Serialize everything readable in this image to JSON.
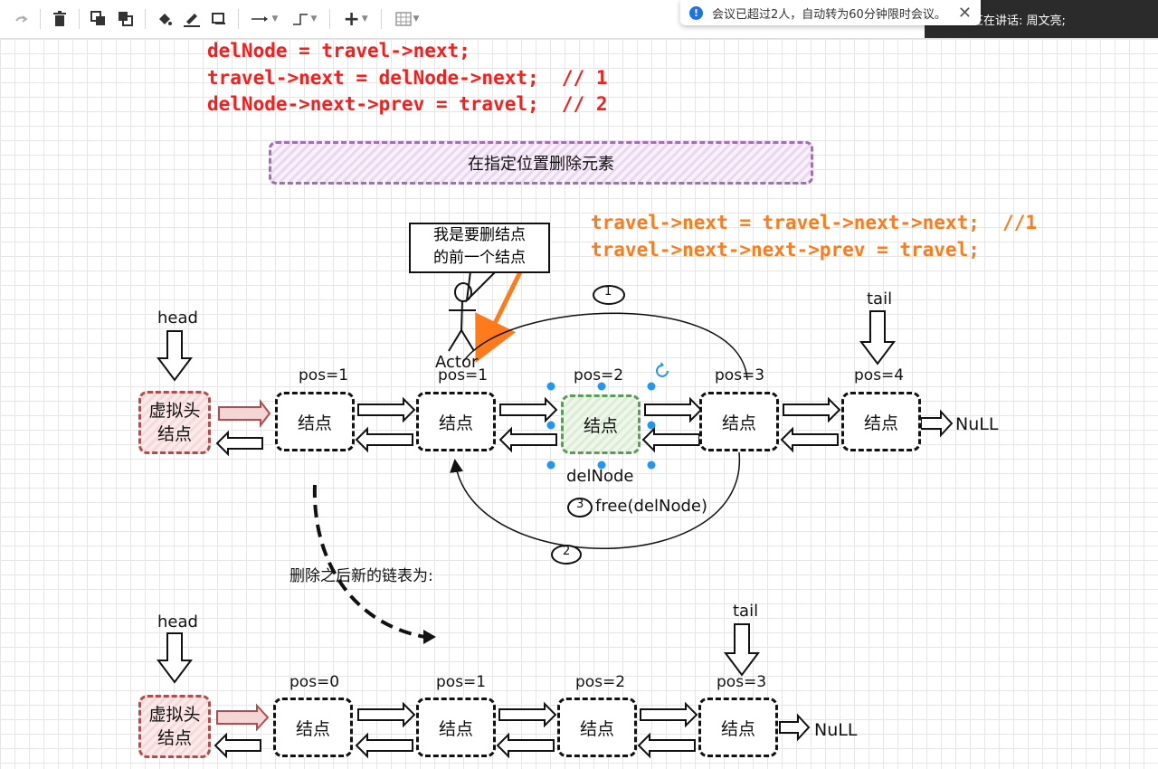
{
  "toolbar": {
    "icons": [
      "redo-icon",
      "delete-icon",
      "to-front-icon",
      "to-back-icon",
      "fill-color-icon",
      "line-color-icon",
      "shadow-icon",
      "connection-icon",
      "waypoints-icon",
      "insert-icon",
      "table-icon"
    ]
  },
  "notification": {
    "text": "会议已超过2人，自动转为60分钟限时会议。",
    "info_glyph": "!",
    "close_glyph": "✕"
  },
  "speaker": {
    "text": "正在讲话: 周文亮;"
  },
  "code_red": [
    "delNode = travel->next;",
    "travel->next = delNode->next;  // 1",
    "delNode->next->prev = travel;  // 2"
  ],
  "code_orange": [
    "travel->next = travel->next->next;  //1",
    "travel->next->next->prev = travel;"
  ],
  "title_box": "在指定位置删除元素",
  "bubble": [
    "我是要删结点",
    "的前一个结点"
  ],
  "actor_label": "Actor",
  "top_list": {
    "head": "head",
    "tail": "tail",
    "dummy": [
      "虚拟头",
      "结点"
    ],
    "positions": [
      "pos=1",
      "pos=1",
      "pos=2",
      "pos=3",
      "pos=4"
    ],
    "nodes": [
      "结点",
      "结点",
      "结点",
      "结点",
      "结点"
    ],
    "null": "NuLL",
    "del_label": "delNode",
    "step1": "1",
    "step2": "2",
    "step3": "3",
    "free_label": "free(delNode)"
  },
  "middle_text": "删除之后新的链表为:",
  "bottom_list": {
    "head": "head",
    "tail": "tail",
    "dummy": [
      "虚拟头",
      "结点"
    ],
    "positions": [
      "pos=0",
      "pos=1",
      "pos=2",
      "pos=3"
    ],
    "nodes": [
      "结点",
      "结点",
      "结点",
      "结点"
    ],
    "null": "NuLL"
  },
  "colors": {
    "code_red": "#ff1a1a",
    "code_orange": "#ff7a1a",
    "dummy_border": "#b44a4a",
    "selected_border": "#5b9b5b",
    "title_border": "#a070b0",
    "selection_handle": "#2196f3"
  }
}
